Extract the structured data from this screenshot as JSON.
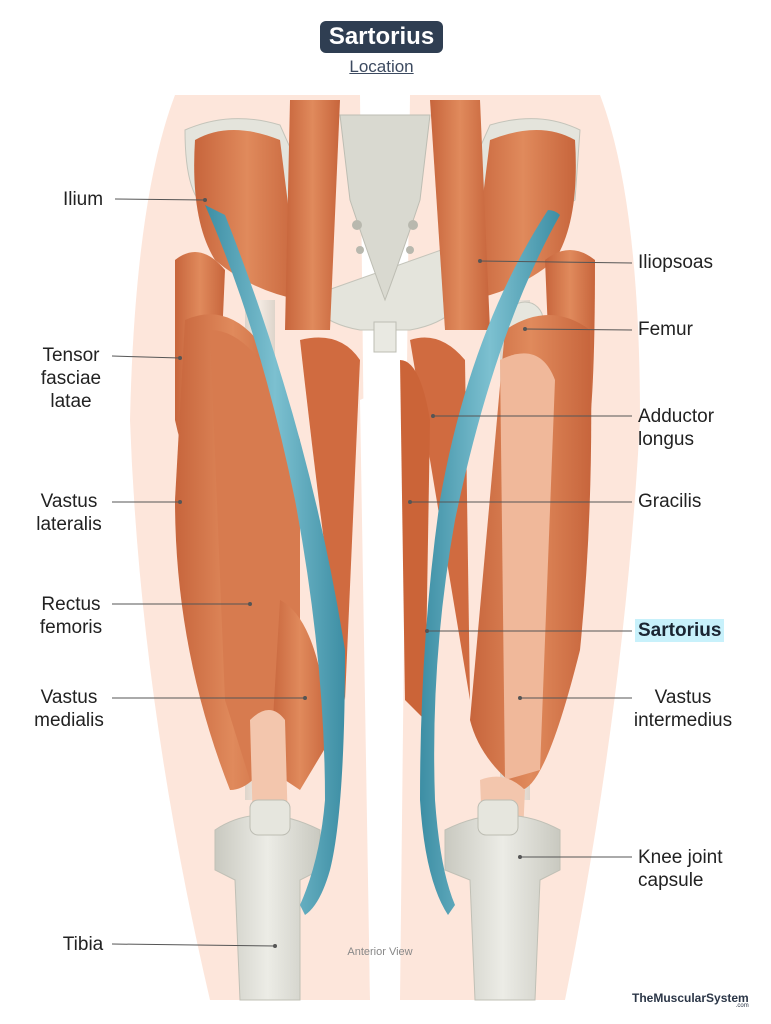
{
  "header": {
    "title": "Sartorius",
    "subtitle": "Location"
  },
  "labels": {
    "ilium": [
      "Ilium"
    ],
    "tensor": [
      "Tensor",
      "fasciae",
      "latae"
    ],
    "vastus_lateralis": [
      "Vastus",
      "lateralis"
    ],
    "rectus_femoris": [
      "Rectus",
      "femoris"
    ],
    "vastus_medialis": [
      "Vastus",
      "medialis"
    ],
    "tibia": [
      "Tibia"
    ],
    "iliopsoas": [
      "Iliopsoas"
    ],
    "femur": [
      "Femur"
    ],
    "adductor_longus": [
      "Adductor",
      "longus"
    ],
    "gracilis": [
      "Gracilis"
    ],
    "sartorius": [
      "Sartorius"
    ],
    "vastus_intermedius": [
      "Vastus",
      "intermedius"
    ],
    "knee_joint_capsule": [
      "Knee joint",
      "capsule"
    ]
  },
  "view_caption": "Anterior View",
  "brand": {
    "name": "TheMuscularSystem",
    "tld": ".com"
  },
  "colors": {
    "title_bg": "#2f3e52",
    "highlight_bg": "#c8f1fb",
    "sartorius": "#4a9bb0",
    "muscle": "#d2744a",
    "bone": "#d8d8d0",
    "skin": "#fde4d8"
  }
}
